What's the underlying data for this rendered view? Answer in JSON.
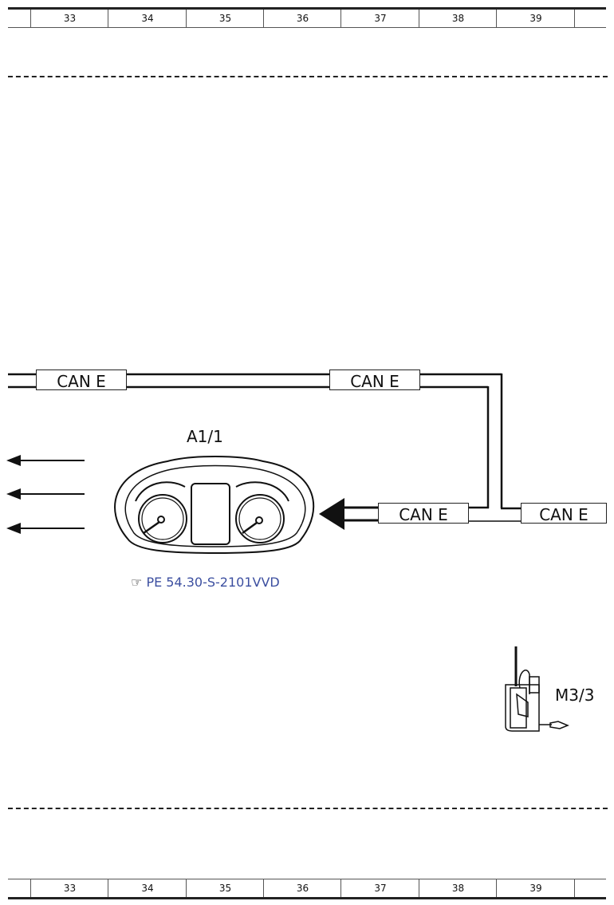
{
  "ruler": {
    "columns": [
      "",
      "33",
      "34",
      "35",
      "36",
      "37",
      "38",
      "39",
      ""
    ]
  },
  "diagram": {
    "bus_labels": [
      "CAN E",
      "CAN E",
      "CAN E",
      "CAN E"
    ],
    "instrument_cluster": "A1/1",
    "cluster_reference": "PE 54.30-S-2101VVD",
    "reference_icon": "pointing-hand-icon",
    "component_m33": "M3/3"
  }
}
